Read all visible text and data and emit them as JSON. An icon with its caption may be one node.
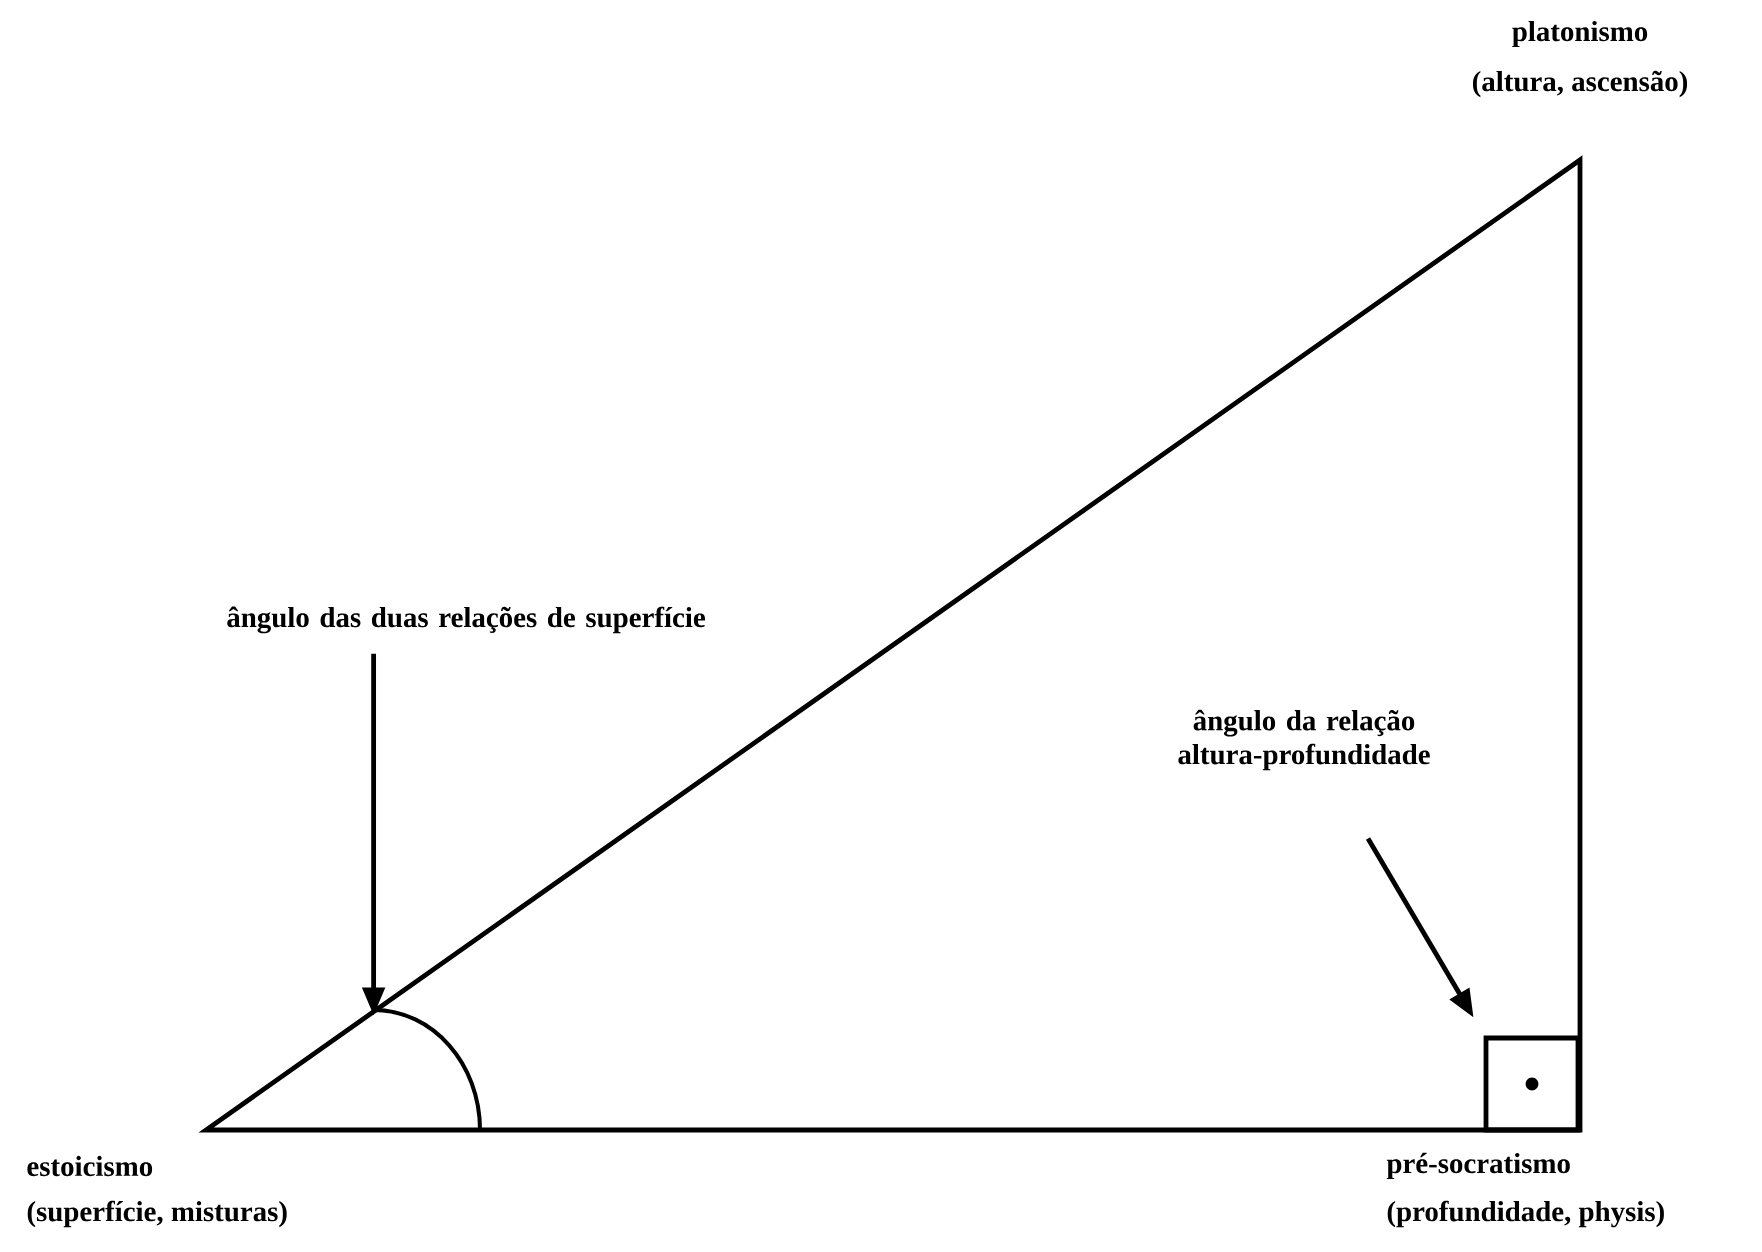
{
  "diagram": {
    "nodes": [
      {
        "text": [
          "ângulo das duas relações de superfície"
        ]
      },
      {
        "text": [],
        "shape": "arc"
      },
      {
        "text": [
          "ângulo da relação altura-profundidade"
        ]
      },
      {
        "text": [],
        "shape": "box"
      }
    ],
    "edges": [
      {
        "from": 0,
        "to": 1,
        "arrow": "to"
      },
      {
        "from": 2,
        "to": 3,
        "arrow": "to"
      }
    ],
    "labels": [
      "platonismo",
      "(altura, ascensão)",
      "estoicismo",
      "(superfície, misturas)",
      "pré-socratismo",
      "(profundidade, physis)"
    ]
  }
}
